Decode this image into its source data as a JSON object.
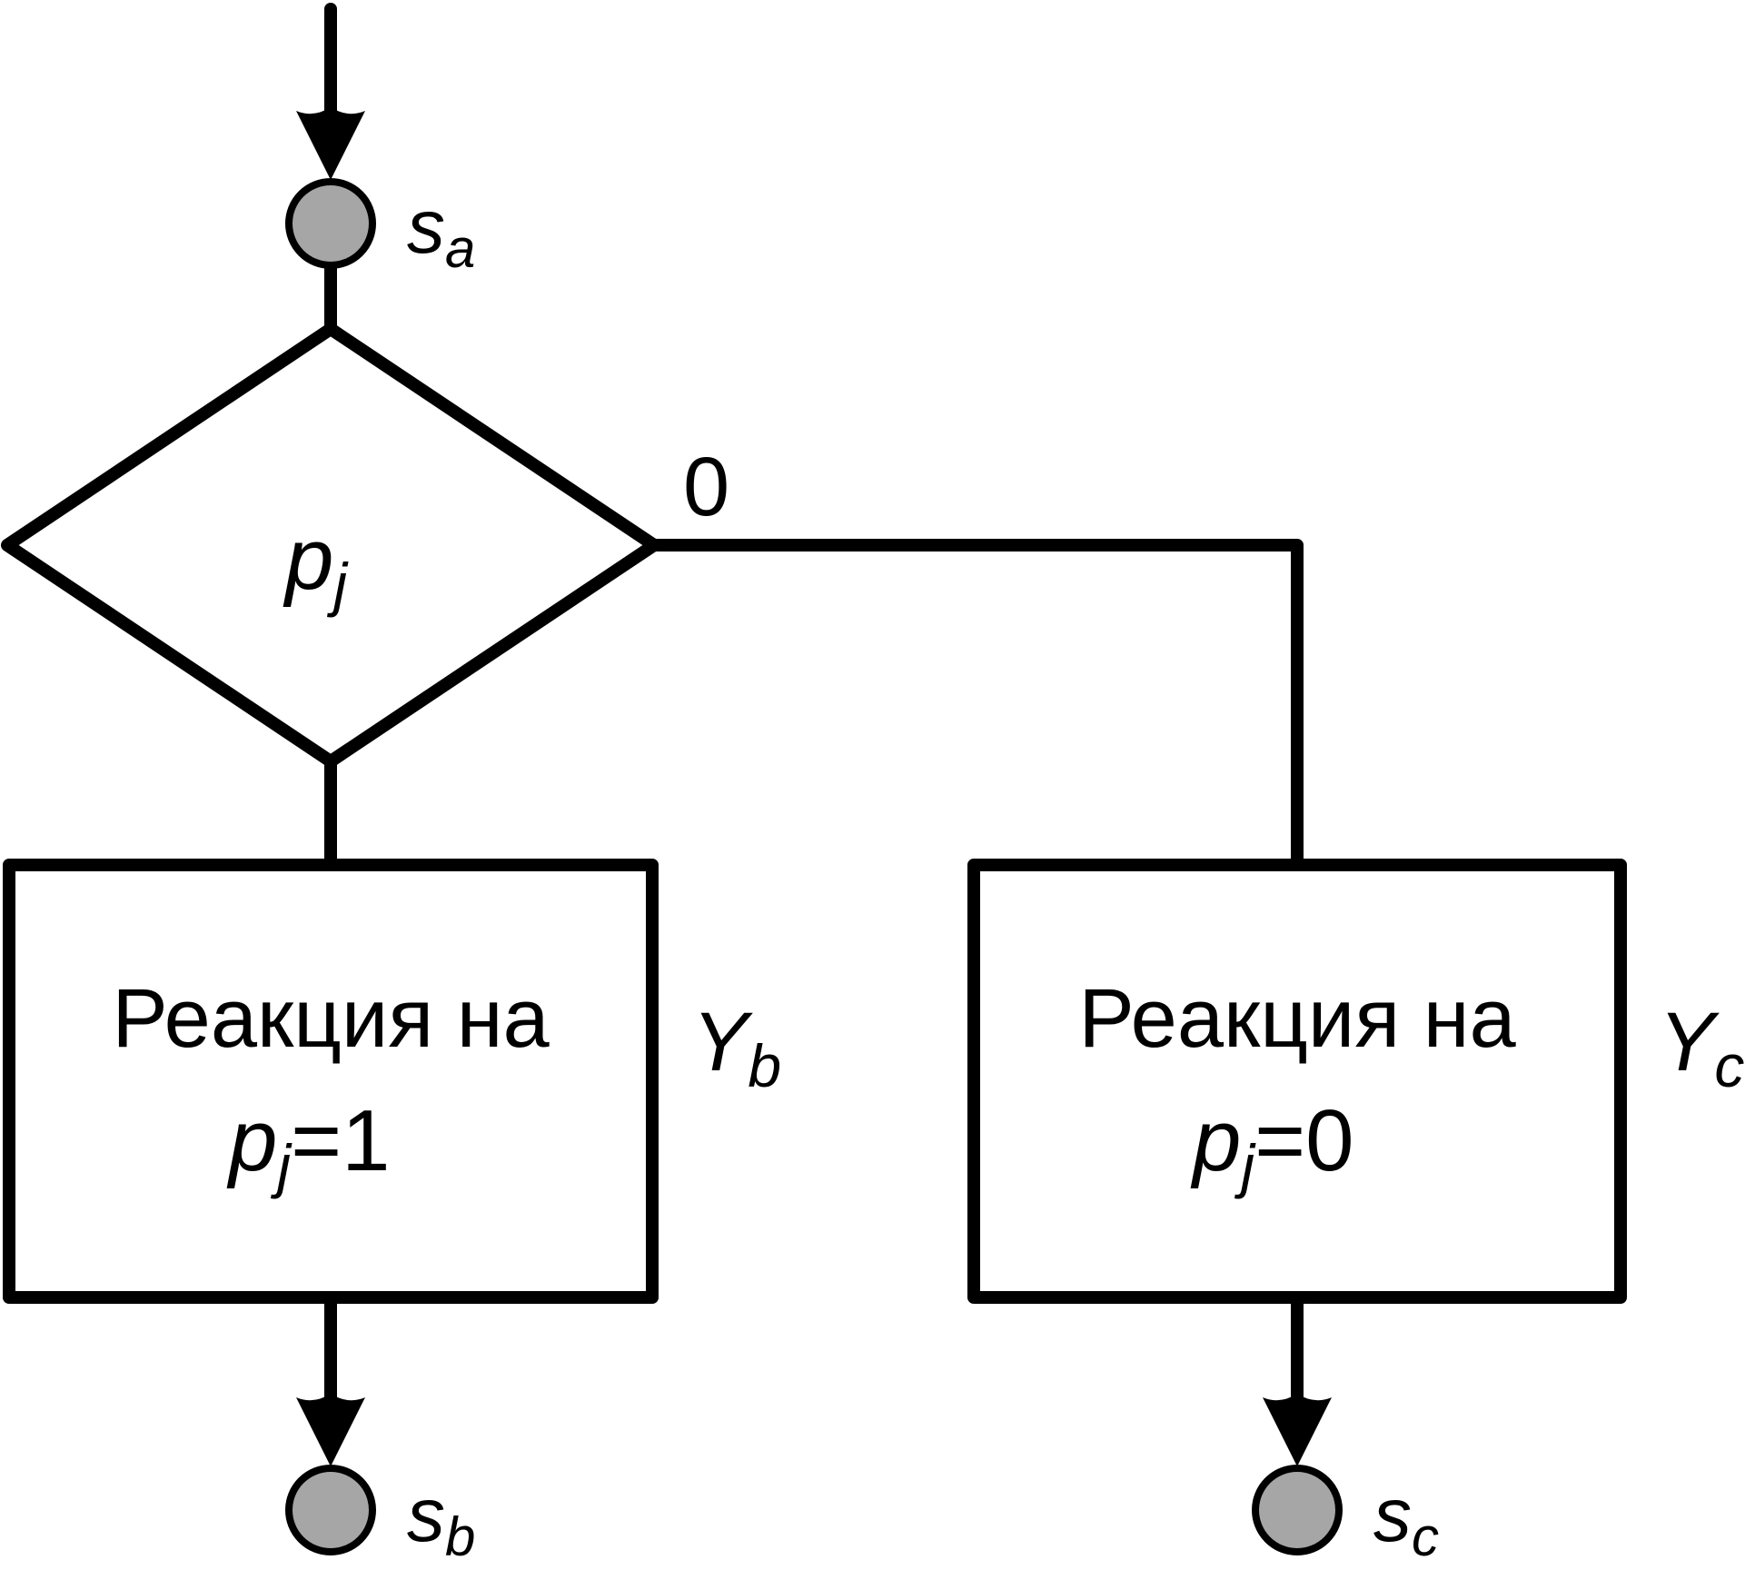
{
  "states": {
    "sa": {
      "main": "s",
      "sub": "a"
    },
    "sb": {
      "main": "s",
      "sub": "b"
    },
    "sc": {
      "main": "s",
      "sub": "c"
    }
  },
  "decision": {
    "var_main": "p",
    "var_sub": "j",
    "false_branch_label": "0"
  },
  "actions": {
    "left": {
      "line1": "Реакция на",
      "var_main": "p",
      "var_sub": "j",
      "value": "=1",
      "id_main": "Y",
      "id_sub": "b"
    },
    "right": {
      "line1": "Реакция на",
      "var_main": "p",
      "var_sub": "j",
      "value": "=0",
      "id_main": "Y",
      "id_sub": "c"
    }
  },
  "colors": {
    "stroke": "#000000",
    "state_fill": "#a6a6a6",
    "background": "#ffffff"
  }
}
